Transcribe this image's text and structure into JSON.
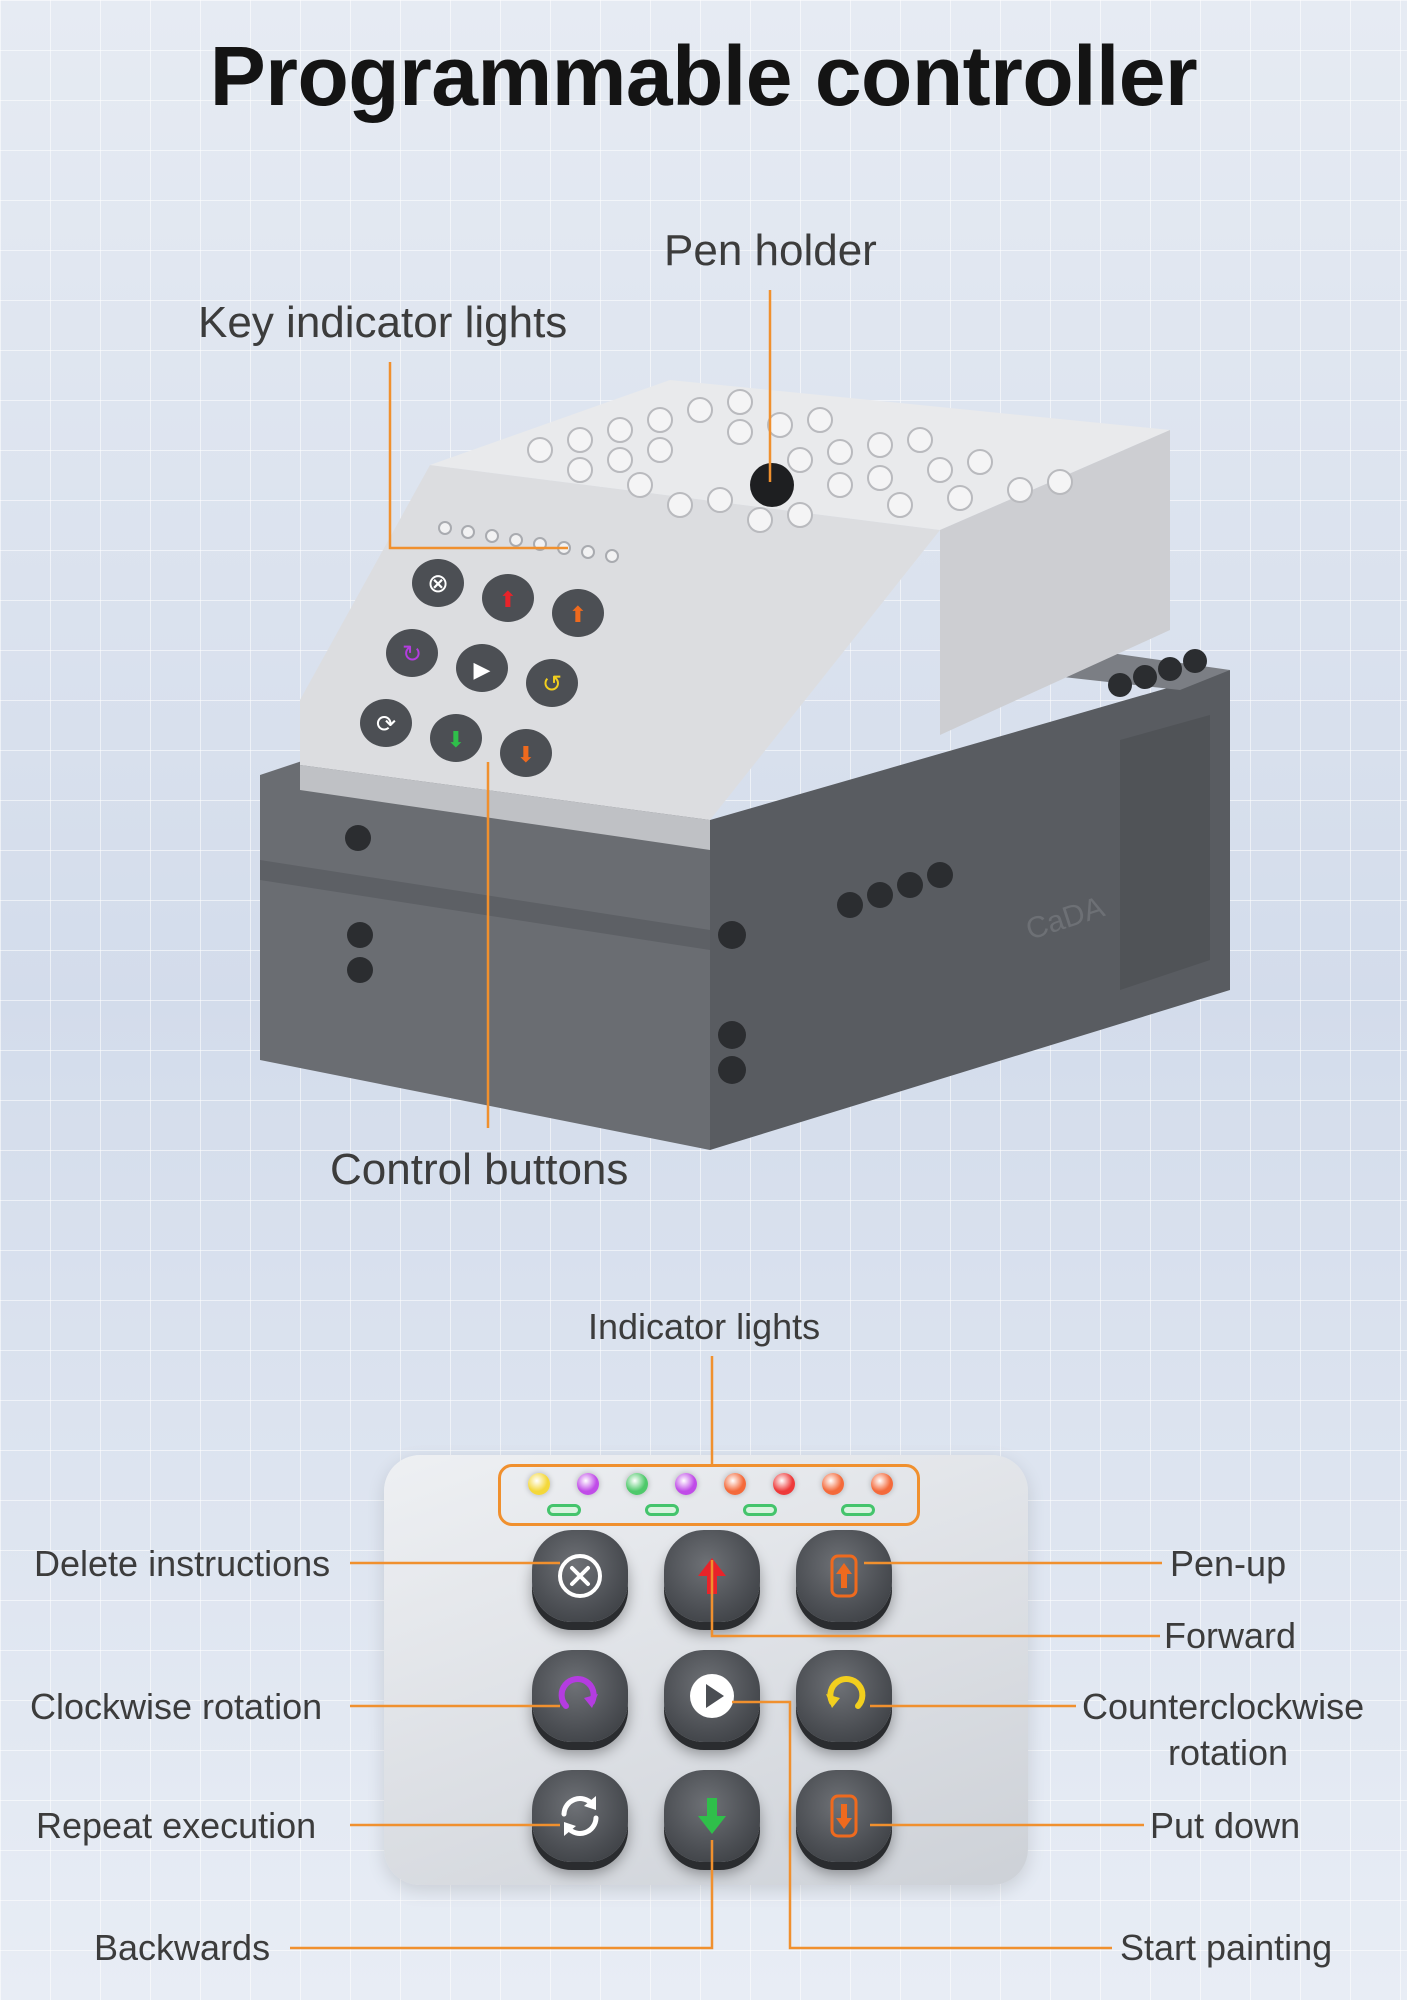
{
  "title": "Programmable controller",
  "device_labels": {
    "pen_holder": "Pen holder",
    "key_indicator_lights": "Key indicator lights",
    "control_buttons": "Control buttons",
    "brand_mark": "CaDA"
  },
  "panel_labels": {
    "indicator_lights": "Indicator lights",
    "delete_instructions": "Delete instructions",
    "clockwise_rotation": "Clockwise rotation",
    "repeat_execution": "Repeat execution",
    "backwards": "Backwards",
    "pen_up": "Pen-up",
    "forward": "Forward",
    "counterclockwise_line1": "Counterclockwise",
    "counterclockwise_line2": "rotation",
    "put_down": "Put down",
    "start_painting": "Start painting"
  },
  "indicator_led_colors": [
    "#f4d83a",
    "#c04ce8",
    "#4fc96b",
    "#c04ce8",
    "#f46a3b",
    "#ee3a3a",
    "#f46a3b",
    "#f46a3b"
  ],
  "accent_color": "#f0902e",
  "buttons": [
    {
      "name": "delete-button",
      "icon": "close-circle-icon",
      "color": "#ffffff"
    },
    {
      "name": "forward-button",
      "icon": "arrow-up-icon",
      "color": "#e8232a"
    },
    {
      "name": "pen-up-button",
      "icon": "pen-up-icon",
      "color": "#ef6a1e"
    },
    {
      "name": "clockwise-button",
      "icon": "rotate-cw-icon",
      "color": "#b43ce0"
    },
    {
      "name": "start-button",
      "icon": "play-icon",
      "color": "#ffffff"
    },
    {
      "name": "counterclockwise-button",
      "icon": "rotate-ccw-icon",
      "color": "#f2cf1e"
    },
    {
      "name": "repeat-button",
      "icon": "repeat-icon",
      "color": "#ffffff"
    },
    {
      "name": "backward-button",
      "icon": "arrow-down-icon",
      "color": "#2fbf4a"
    },
    {
      "name": "put-down-button",
      "icon": "pen-down-icon",
      "color": "#ef6a1e"
    }
  ]
}
